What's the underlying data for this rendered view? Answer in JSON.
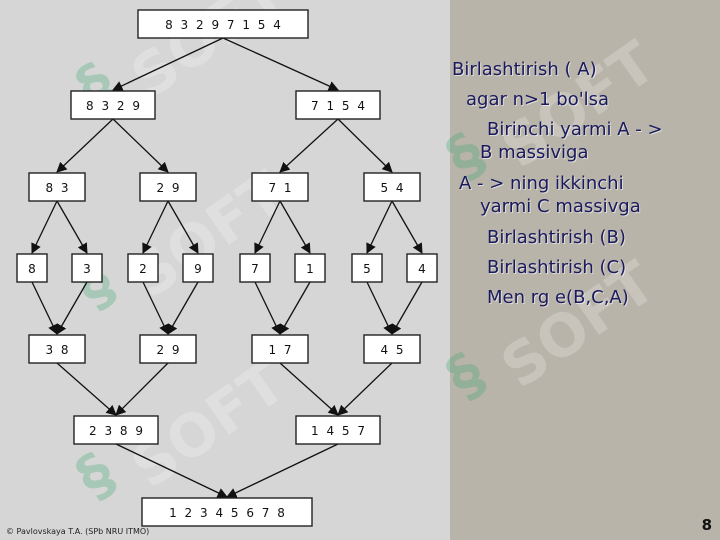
{
  "diagram": {
    "nodes": [
      {
        "id": "root",
        "label": "8 3 2 9 7 1 5 4"
      },
      {
        "id": "L",
        "label": "8 3 2 9"
      },
      {
        "id": "R",
        "label": "7 1 5 4"
      },
      {
        "id": "LL",
        "label": "8 3"
      },
      {
        "id": "LR",
        "label": "2 9"
      },
      {
        "id": "RL",
        "label": "7 1"
      },
      {
        "id": "RR",
        "label": "5 4"
      },
      {
        "id": "a8",
        "label": "8"
      },
      {
        "id": "a3",
        "label": "3"
      },
      {
        "id": "a2",
        "label": "2"
      },
      {
        "id": "a9",
        "label": "9"
      },
      {
        "id": "a7",
        "label": "7"
      },
      {
        "id": "a1",
        "label": "1"
      },
      {
        "id": "a5",
        "label": "5"
      },
      {
        "id": "a4",
        "label": "4"
      },
      {
        "id": "m38",
        "label": "3 8"
      },
      {
        "id": "m29",
        "label": "2 9"
      },
      {
        "id": "m17",
        "label": "1 7"
      },
      {
        "id": "m45",
        "label": "4 5"
      },
      {
        "id": "m2389",
        "label": "2 3 8 9"
      },
      {
        "id": "m1457",
        "label": "1 4 5 7"
      },
      {
        "id": "final",
        "label": "1 2 3 4 5 6 7 8"
      }
    ],
    "edges": [
      [
        "root",
        "L"
      ],
      [
        "root",
        "R"
      ],
      [
        "L",
        "LL"
      ],
      [
        "L",
        "LR"
      ],
      [
        "R",
        "RL"
      ],
      [
        "R",
        "RR"
      ],
      [
        "LL",
        "a8"
      ],
      [
        "LL",
        "a3"
      ],
      [
        "LR",
        "a2"
      ],
      [
        "LR",
        "a9"
      ],
      [
        "RL",
        "a7"
      ],
      [
        "RL",
        "a1"
      ],
      [
        "RR",
        "a5"
      ],
      [
        "RR",
        "a4"
      ],
      [
        "a8",
        "m38"
      ],
      [
        "a3",
        "m38"
      ],
      [
        "a2",
        "m29"
      ],
      [
        "a9",
        "m29"
      ],
      [
        "a7",
        "m17"
      ],
      [
        "a1",
        "m17"
      ],
      [
        "a5",
        "m45"
      ],
      [
        "a4",
        "m45"
      ],
      [
        "m38",
        "m2389"
      ],
      [
        "m29",
        "m2389"
      ],
      [
        "m17",
        "m1457"
      ],
      [
        "m45",
        "m1457"
      ],
      [
        "m2389",
        "final"
      ],
      [
        "m1457",
        "final"
      ]
    ]
  },
  "algorithm": [
    "Birlashtirish ( A)",
    "agar n>1 bo'lsa",
    "Birinchi yarmi A - >",
    "B massiviga",
    "A - > ning ikkinchi",
    "yarmi C massivga",
    "Birlashtirish (B)",
    "Birlashtirish (C)",
    "Men rg e(B,C,A)"
  ],
  "watermark": "SOFT",
  "footer": {
    "copyright": "© Pavlovskaya T.A. (SPb NRU ITMO)",
    "page_number": "8"
  }
}
